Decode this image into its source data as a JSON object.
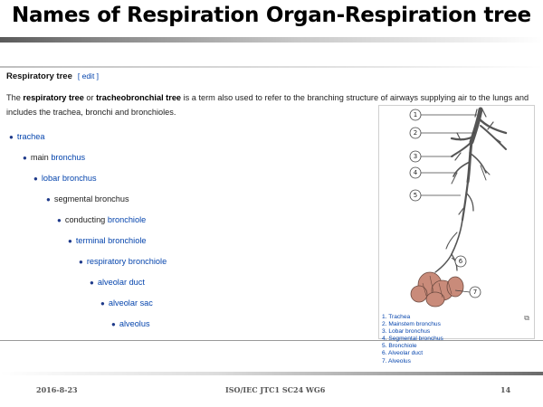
{
  "slide": {
    "title": "Names of Respiration Organ-Respiration tree"
  },
  "section": {
    "heading": "Respiratory tree",
    "edit_label": "[ edit ]"
  },
  "intro": {
    "t1": "The ",
    "b1": "respiratory tree",
    "t2": " or ",
    "b2": "tracheobronchial tree",
    "t3": " is a term also used to refer to the branching structure of airways supplying air to the lungs and includes the trachea, bronchi and bronchioles."
  },
  "tree": [
    {
      "plain": "",
      "link": "trachea"
    },
    {
      "plain": "main ",
      "link": "bronchus"
    },
    {
      "plain": "",
      "link": "lobar bronchus"
    },
    {
      "plain": "segmental bronchus",
      "link": ""
    },
    {
      "plain": "conducting ",
      "link": "bronchiole"
    },
    {
      "plain": "",
      "link": "terminal bronchiole"
    },
    {
      "plain": "",
      "link": "respiratory bronchiole"
    },
    {
      "plain": "",
      "link": "alveolar duct"
    },
    {
      "plain": "",
      "link": "alveolar sac"
    },
    {
      "plain": "",
      "link": "alveolus"
    }
  ],
  "figure": {
    "callouts": [
      "1",
      "2",
      "3",
      "4",
      "5",
      "6",
      "7"
    ],
    "legend": [
      "1. Trachea",
      "2. Mainstem bronchus",
      "3. Lobar bronchus",
      "4. Segmental bronchus",
      "5. Bronchiole",
      "6. Alveolar duct",
      "7. Alveolus"
    ]
  },
  "footer": {
    "date": "2016-8-23",
    "center": "ISO/IEC JTC1 SC24 WG6",
    "page": "14"
  },
  "colors": {
    "link": "#0645ad",
    "bullet": "#1f3a8a",
    "illustration_ink": "#555555",
    "alveoli": "#c98b7a"
  },
  "icons": {
    "expand": "enlarge-icon",
    "bullet": "bullet-icon"
  }
}
